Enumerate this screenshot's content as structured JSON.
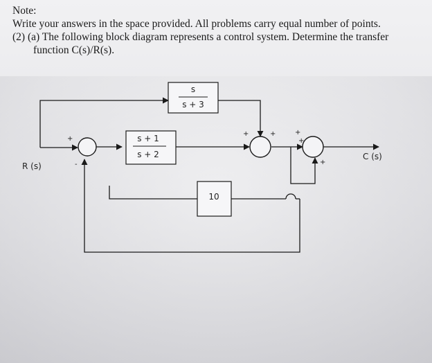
{
  "note": {
    "title": "Note:",
    "line1": "Write your answers in the space provided. All problems carry equal number of points.",
    "line2": "(2) (a) The following block diagram represents a control system. Determine the transfer",
    "line3": "function C(s)/R(s)."
  },
  "diagram": {
    "block_top": {
      "num": "s",
      "den": "s + 3"
    },
    "block_mid": {
      "num": "s + 1",
      "den": "s + 2"
    },
    "block_bottom": {
      "value": "10"
    },
    "input_label": "R (s)",
    "output_label": "C (s)",
    "signs": {
      "sum1_left": "+",
      "sum1_bottom": "-",
      "sum2_left": "+",
      "sum2_top": "+",
      "sum2_right": "+",
      "sum3_left": "+",
      "sum3_bottom": "+"
    }
  }
}
